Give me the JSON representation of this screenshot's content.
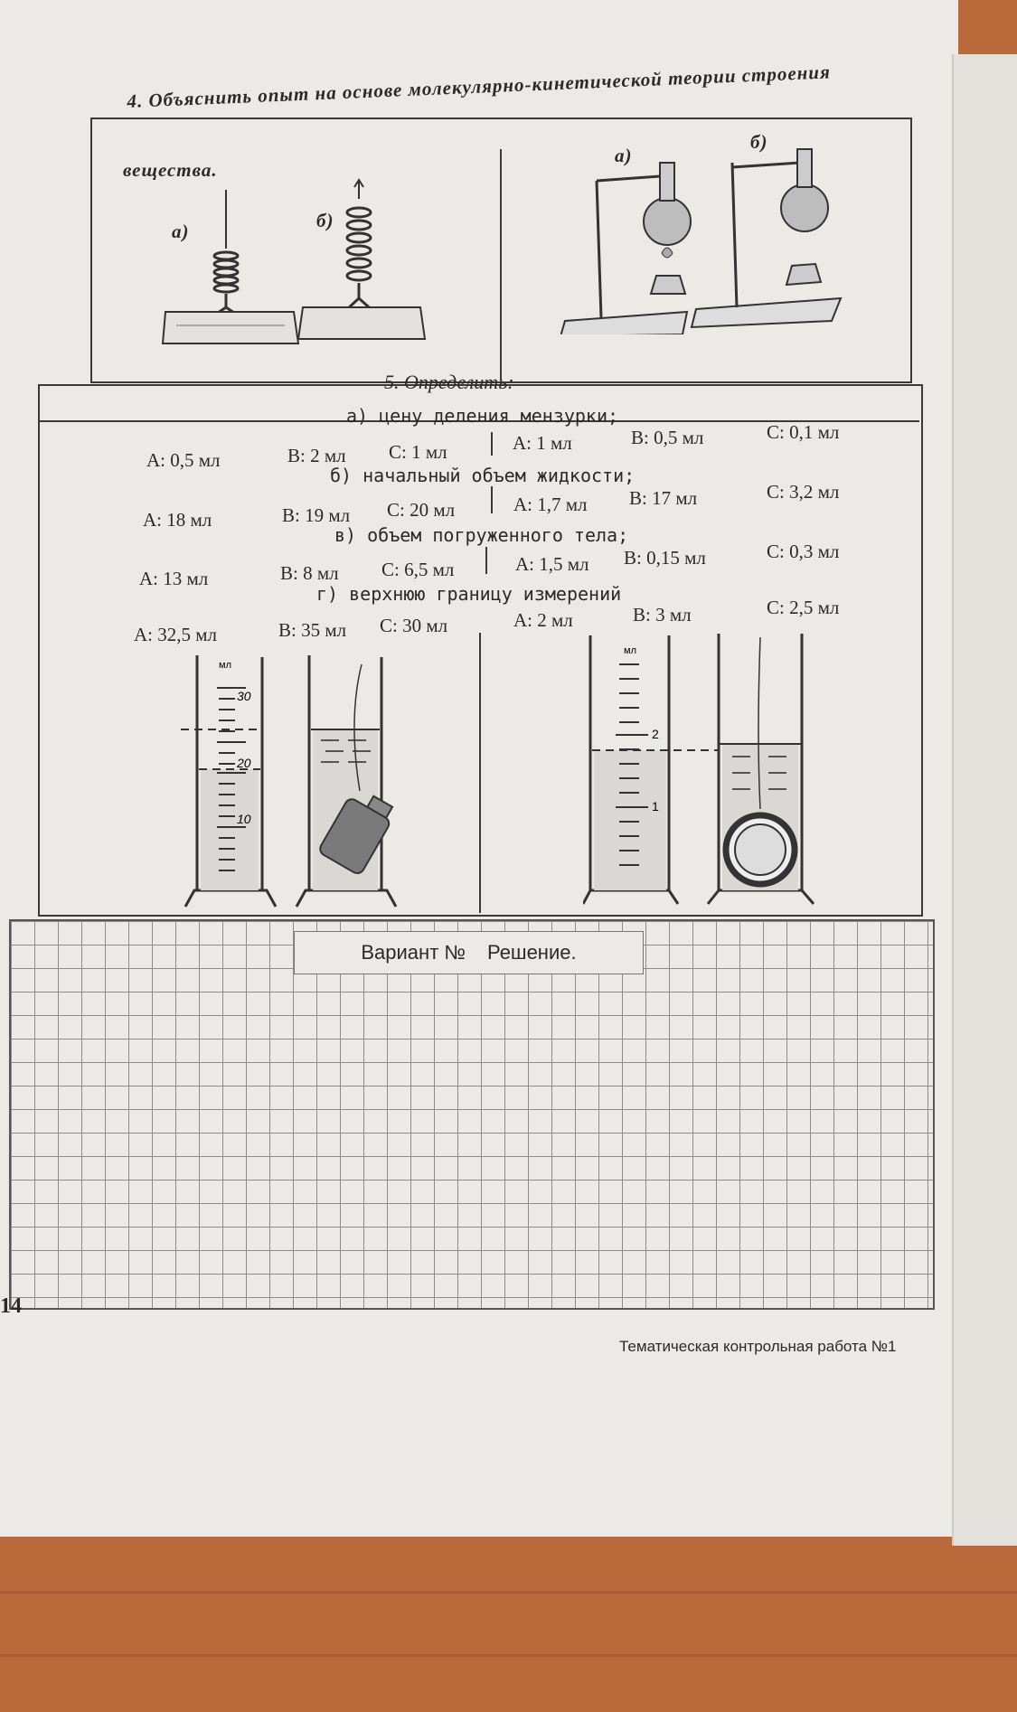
{
  "task4": {
    "text_line1": "4. Объяснить опыт на основе молекулярно-кинетической теории строения",
    "text_line2": "вещества.",
    "label_a": "а)",
    "label_b": "б)",
    "label_a2": "а)",
    "label_b2": "б)"
  },
  "task5": {
    "title": "5. Определить:",
    "questions": [
      {
        "text": "а) цену деления мензурки;",
        "left": [
          "А: 0,5 мл",
          "В: 2 мл",
          "С: 1 мл"
        ],
        "right": [
          "А: 1 мл",
          "В: 0,5 мл",
          "С: 0,1 мл"
        ]
      },
      {
        "text": "б) начальный объем жидкости;",
        "left": [
          "А: 18 мл",
          "В: 19 мл",
          "С: 20 мл"
        ],
        "right": [
          "А: 1,7 мл",
          "В: 17 мл",
          "С: 3,2 мл"
        ]
      },
      {
        "text": "в) объем погруженного тела;",
        "left": [
          "А: 13 мл",
          "В: 8 мл",
          "С: 6,5 мл"
        ],
        "right": [
          "А: 1,5 мл",
          "В: 0,15 мл",
          "С: 0,3 мл"
        ]
      },
      {
        "text": "г) верхнюю границу измерений",
        "left": [
          "А: 32,5 мл",
          "В: 35 мл",
          "С: 30 мл"
        ],
        "right": [
          "А: 2 мл",
          "В: 3 мл",
          "С: 2,5 мл"
        ]
      }
    ],
    "cylinder_left": {
      "unit": "мл",
      "ticks": [
        "30",
        "20",
        "10"
      ]
    },
    "cylinder_right": {
      "unit": "мл",
      "ticks": [
        "2",
        "1"
      ]
    }
  },
  "solution": {
    "variant": "Вариант №",
    "solution": "Решение."
  },
  "page_number": "14",
  "footer": "Тематическая контрольная работа №1"
}
